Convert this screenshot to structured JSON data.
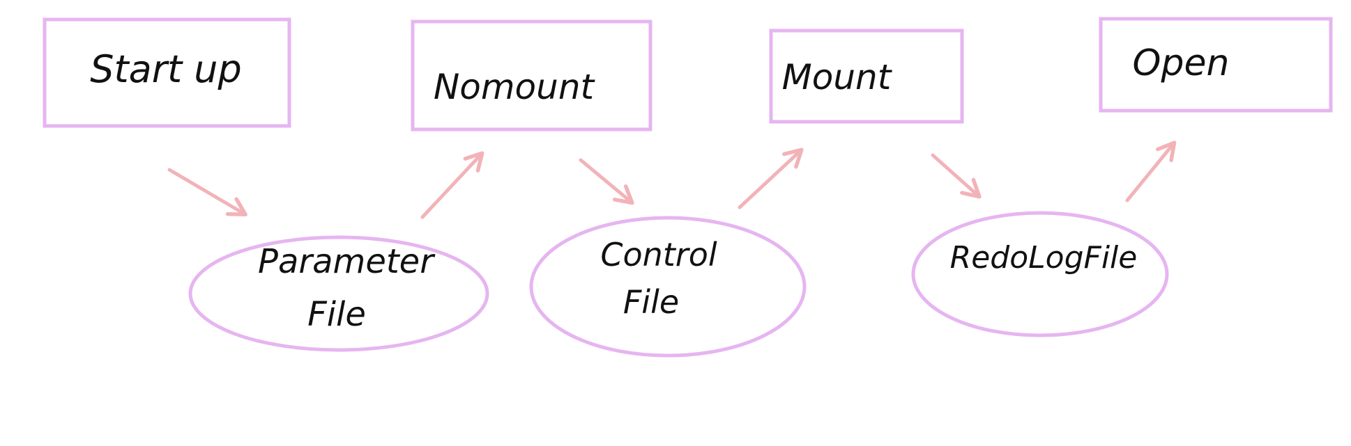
{
  "colors": {
    "box_stroke": "#e6b5f0",
    "arrow": "#f2b3b8",
    "text": "#111111",
    "background": "#ffffff"
  },
  "stages": [
    {
      "label": "Start up"
    },
    {
      "label": "Nomount"
    },
    {
      "label": "Mount"
    },
    {
      "label": "Open"
    }
  ],
  "files": [
    {
      "lines": [
        "Parameter",
        "File"
      ]
    },
    {
      "lines": [
        "Control",
        "File"
      ]
    },
    {
      "lines": [
        "RedoLogFile"
      ]
    }
  ]
}
